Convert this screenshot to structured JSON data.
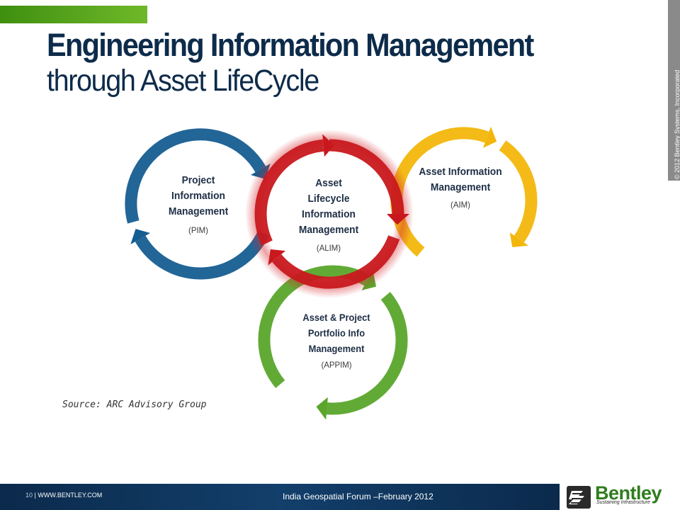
{
  "title": {
    "line1": "Engineering Information Management",
    "line2": "through Asset LifeCycle"
  },
  "copyright": "© 2012  Bentley Systems, Incorporated",
  "circles": [
    {
      "id": "pim",
      "name_lines": [
        "Project",
        "Information",
        "Management"
      ],
      "abbr": "(PIM)",
      "color": "#165d91"
    },
    {
      "id": "alim",
      "name_lines": [
        "Asset",
        "Lifecycle",
        "Information",
        "Management"
      ],
      "abbr": "(ALIM)",
      "color": "#c8181e"
    },
    {
      "id": "aim",
      "name_lines": [
        "Asset Information",
        "Management"
      ],
      "abbr": "(AIM)",
      "color": "#f3b60b"
    },
    {
      "id": "appim",
      "name_lines": [
        "Asset & Project",
        "Portfolio Info",
        "Management"
      ],
      "abbr": "(APPIM)",
      "color": "#5aa52b"
    }
  ],
  "source": "Source: ARC Advisory Group",
  "footer": {
    "page": "10",
    "separator": " | ",
    "url": "WWW.BENTLEY.COM",
    "event": "India Geospatial Forum –February 2012"
  },
  "logo": {
    "word": "Bentley",
    "tagline": "Sustaining Infrastructure"
  },
  "colors": {
    "navy": "#0d2b4a",
    "green_bar": "#6fb82a",
    "footer": "#0b2a4c"
  }
}
